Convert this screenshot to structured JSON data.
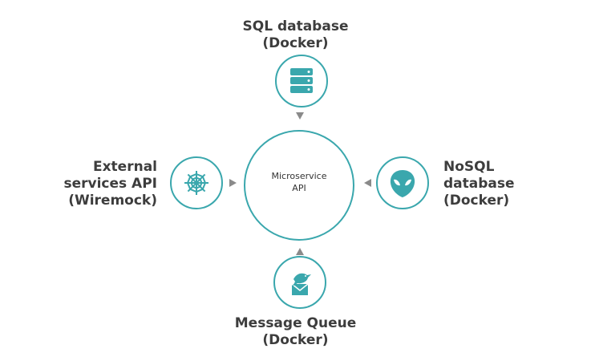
{
  "center": {
    "line1": "Microservice",
    "line2": "API"
  },
  "nodes": {
    "sql": {
      "line1": "SQL database",
      "line2": "(Docker)",
      "icon": "database-icon"
    },
    "nosql": {
      "line1": "NoSQL",
      "line2": "database",
      "line3": "(Docker)",
      "icon": "alien-icon"
    },
    "external": {
      "line1": "External",
      "line2": "services API",
      "line3": "(Wiremock)",
      "icon": "spider-web-icon"
    },
    "queue": {
      "line1": "Message Queue",
      "line2": "(Docker)",
      "icon": "bird-envelope-icon"
    }
  },
  "colors": {
    "accent": "#3aa7ad",
    "arrow": "#8a8a8a",
    "text": "#3d3d3d"
  }
}
